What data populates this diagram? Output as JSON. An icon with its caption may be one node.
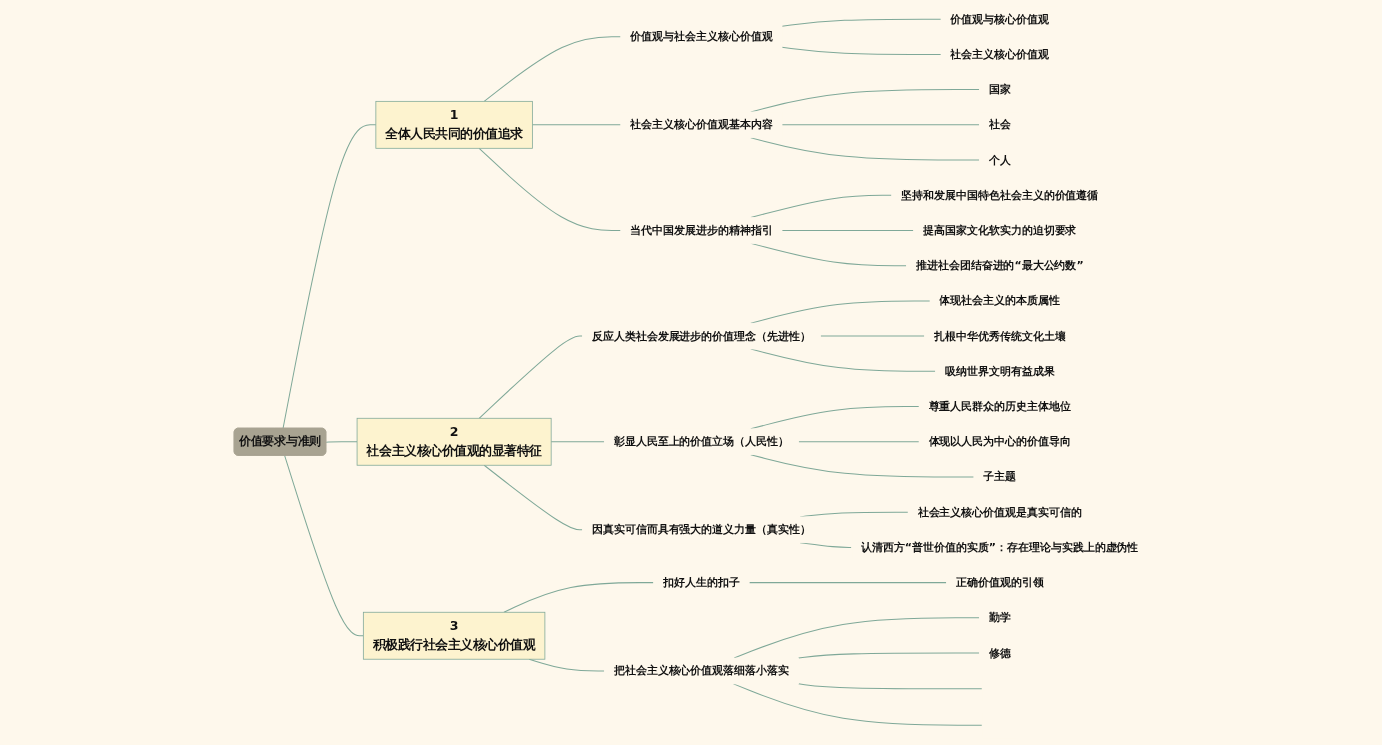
{
  "diagram": {
    "nodes": [
      {
        "text": [
          "价值要求与准则"
        ]
      },
      {
        "text": [
          "1",
          "全体人民共同的价值追求"
        ]
      },
      {
        "text": [
          "价值观与社会主义核心价值观"
        ]
      },
      {
        "text": [
          "价值观与核心价值观"
        ]
      },
      {
        "text": [
          "社会主义核心价值观"
        ]
      },
      {
        "text": [
          "社会主义核心价值观基本内容"
        ]
      },
      {
        "text": [
          "国家"
        ]
      },
      {
        "text": [
          "社会"
        ]
      },
      {
        "text": [
          "个人"
        ]
      },
      {
        "text": [
          "当代中国发展进步的精神指引"
        ]
      },
      {
        "text": [
          "坚持和发展中国特色社会主义的价值遵循"
        ]
      },
      {
        "text": [
          "提高国家文化软实力的迫切要求"
        ]
      },
      {
        "text": [
          "推进社会团结奋进的“最大公约数”"
        ]
      },
      {
        "text": [
          "2",
          "社会主义核心价值观的显著特征"
        ]
      },
      {
        "text": [
          "反应人类社会发展进步的价值理念（先进性）"
        ]
      },
      {
        "text": [
          "体现社会主义的本质属性"
        ]
      },
      {
        "text": [
          "扎根中华优秀传统文化土壤"
        ]
      },
      {
        "text": [
          "吸纳世界文明有益成果"
        ]
      },
      {
        "text": [
          "彰显人民至上的价值立场（人民性）"
        ]
      },
      {
        "text": [
          "尊重人民群众的历史主体地位"
        ]
      },
      {
        "text": [
          "体现以人民为中心的价值导向"
        ]
      },
      {
        "text": [
          "子主题"
        ]
      },
      {
        "text": [
          "因真实可信而具有强大的道义力量（真实性）"
        ]
      },
      {
        "text": [
          "社会主义核心价值观是真实可信的"
        ]
      },
      {
        "text": [
          "认清西方“普世价值的实质”：存在理论与实践上的虚伪性"
        ]
      },
      {
        "text": [
          "3",
          "积极践行社会主义核心价值观"
        ]
      },
      {
        "text": [
          "扣好人生的扣子"
        ]
      },
      {
        "text": [
          "正确价值观的引领"
        ]
      },
      {
        "text": [
          "把社会主义核心价值观落细落小落实"
        ]
      },
      {
        "text": [
          "勤学"
        ]
      },
      {
        "text": [
          "修德"
        ]
      }
    ],
    "edges": [
      {
        "from": 0,
        "to": 1,
        "arrow": "none"
      },
      {
        "from": 1,
        "to": 2,
        "arrow": "none"
      },
      {
        "from": 2,
        "to": 3,
        "arrow": "none"
      },
      {
        "from": 2,
        "to": 4,
        "arrow": "none"
      },
      {
        "from": 1,
        "to": 5,
        "arrow": "none"
      },
      {
        "from": 5,
        "to": 6,
        "arrow": "none"
      },
      {
        "from": 5,
        "to": 7,
        "arrow": "none"
      },
      {
        "from": 5,
        "to": 8,
        "arrow": "none"
      },
      {
        "from": 1,
        "to": 9,
        "arrow": "none"
      },
      {
        "from": 9,
        "to": 10,
        "arrow": "none"
      },
      {
        "from": 9,
        "to": 11,
        "arrow": "none"
      },
      {
        "from": 9,
        "to": 12,
        "arrow": "none"
      },
      {
        "from": 0,
        "to": 13,
        "arrow": "none"
      },
      {
        "from": 13,
        "to": 14,
        "arrow": "none"
      },
      {
        "from": 14,
        "to": 15,
        "arrow": "none"
      },
      {
        "from": 14,
        "to": 16,
        "arrow": "none"
      },
      {
        "from": 14,
        "to": 17,
        "arrow": "none"
      },
      {
        "from": 13,
        "to": 18,
        "arrow": "none"
      },
      {
        "from": 18,
        "to": 19,
        "arrow": "none"
      },
      {
        "from": 18,
        "to": 20,
        "arrow": "none"
      },
      {
        "from": 18,
        "to": 21,
        "arrow": "none"
      },
      {
        "from": 13,
        "to": 22,
        "arrow": "none"
      },
      {
        "from": 22,
        "to": 23,
        "arrow": "none"
      },
      {
        "from": 22,
        "to": 24,
        "arrow": "none"
      },
      {
        "from": 0,
        "to": 25,
        "arrow": "none"
      },
      {
        "from": 25,
        "to": 26,
        "arrow": "none"
      },
      {
        "from": 26,
        "to": 27,
        "arrow": "none"
      },
      {
        "from": 25,
        "to": 28,
        "arrow": "none"
      },
      {
        "from": 28,
        "to": 29,
        "arrow": "none"
      },
      {
        "from": 28,
        "to": 30,
        "arrow": "none"
      },
      {
        "from": 28,
        "to": null,
        "arrow": "none"
      },
      {
        "from": 28,
        "to": null,
        "arrow": "none"
      }
    ]
  }
}
